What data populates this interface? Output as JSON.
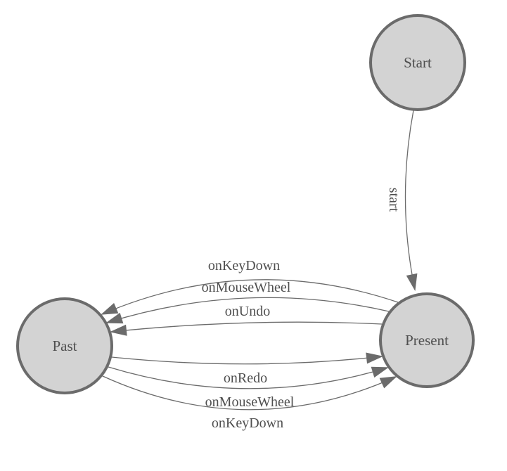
{
  "diagram": {
    "nodes": [
      {
        "id": "start",
        "label": "Start"
      },
      {
        "id": "past",
        "label": "Past"
      },
      {
        "id": "present",
        "label": "Present"
      }
    ],
    "edges": [
      {
        "from": "Start",
        "to": "Present",
        "label": "start"
      },
      {
        "from": "Present",
        "to": "Past",
        "label": "onKeyDown"
      },
      {
        "from": "Present",
        "to": "Past",
        "label": "onMouseWheel"
      },
      {
        "from": "Present",
        "to": "Past",
        "label": "onUndo"
      },
      {
        "from": "Past",
        "to": "Present",
        "label": "onRedo"
      },
      {
        "from": "Past",
        "to": "Present",
        "label": "onMouseWheel"
      },
      {
        "from": "Past",
        "to": "Present",
        "label": "onKeyDown"
      }
    ],
    "colors": {
      "node_fill": "#d3d3d3",
      "node_stroke": "#6b6b6b",
      "edge_line": "#6b6b6b",
      "arrowhead": "#6b6b6b",
      "label_text": "#4f4f4f",
      "background": "#ffffff"
    }
  }
}
